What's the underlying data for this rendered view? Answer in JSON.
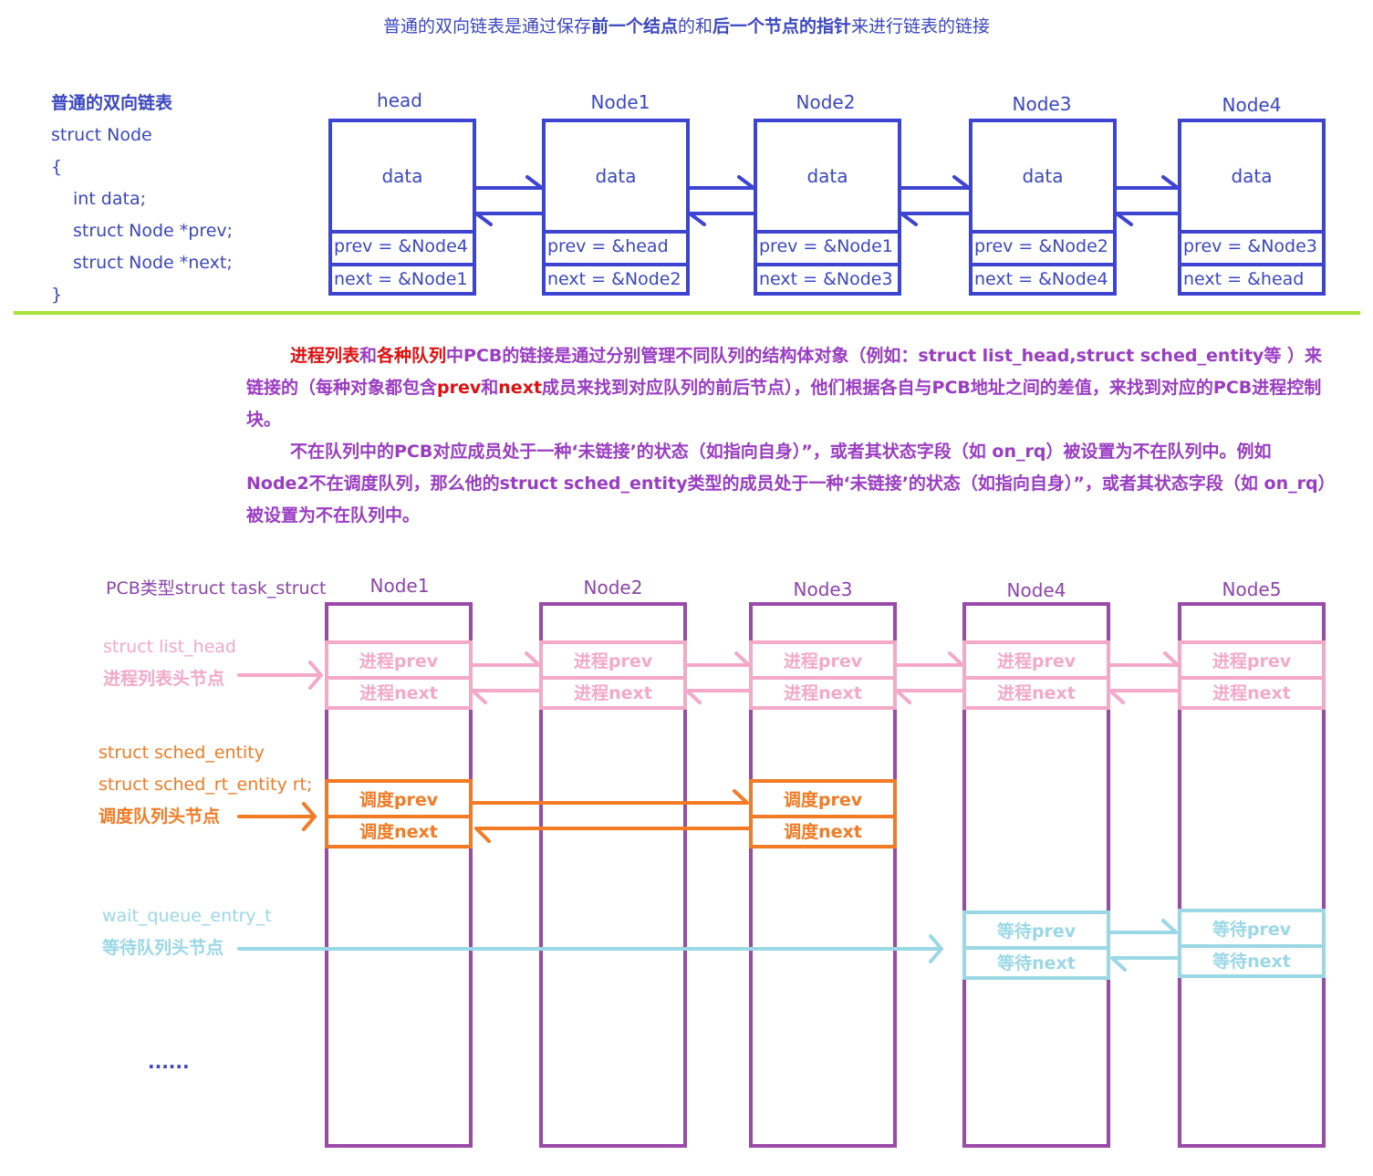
{
  "title": {
    "p1": "普通的双向链表是通过保存",
    "b1": "前一个结点",
    "p2": "的和",
    "b2": "后一个节点的指针",
    "p3": "来进行链表的链接"
  },
  "code": {
    "heading": "普通的双向链表",
    "lines": [
      "struct Node",
      "{",
      "int data;",
      "struct Node *prev;",
      "struct Node *next;",
      "}"
    ]
  },
  "list_nodes": [
    {
      "label": "head",
      "data": "data",
      "prev": "prev = &Node4",
      "next": "next = &Node1"
    },
    {
      "label": "Node1",
      "data": "data",
      "prev": "prev = &head",
      "next": "next = &Node2"
    },
    {
      "label": "Node2",
      "data": "data",
      "prev": "prev = &Node1",
      "next": "next = &Node3"
    },
    {
      "label": "Node3",
      "data": "data",
      "prev": "prev = &Node2",
      "next": "next = &Node4"
    },
    {
      "label": "Node4",
      "data": "data",
      "prev": "prev = &Node3",
      "next": "next = &head"
    }
  ],
  "paragraph": {
    "l1a": "进程列表",
    "l1b": "和",
    "l1c": "各种队列",
    "l1d": "中PCB的链接是通过分别管理不同队列的结构体对象（例如：struct list_head,struct sched_entity等 ）来链接的（每种对象都包含",
    "l1e": "prev",
    "l1f": "和",
    "l1g": "next",
    "l1h": "成员来找到对应队列的前后节点），他们根据各自与PCB地址之间的差值，来找到对应的PCB进程控制块。",
    "l2": "不在队列中的PCB对应成员处于一种‘未链接’的状态（如指向自身）”，或者其状态字段（如 on_rq）被设置为不在队列中。例如Node2不在调度队列，那么他的struct sched_entity类型的成员处于一种‘未链接’的状态（如指向自身）”，或者其状态字段（如 on_rq）被设置为不在队列中。"
  },
  "pcb": {
    "title": "PCB类型struct task_struct",
    "nodes": [
      "Node1",
      "Node2",
      "Node3",
      "Node4",
      "Node5"
    ],
    "list_head": {
      "type": "struct list_head",
      "head": "进程列表头节点",
      "prev": "进程prev",
      "next": "进程next"
    },
    "sched": {
      "type1": "struct sched_entity",
      "type2": "struct sched_rt_entity rt;",
      "head": "调度队列头节点",
      "prev": "调度prev",
      "next": "调度next"
    },
    "wait": {
      "type": "wait_queue_entry_t",
      "head": "等待队列头节点",
      "prev": "等待prev",
      "next": "等待next"
    },
    "more": "......"
  },
  "colors": {
    "blue": "#3e44d2",
    "purple": "#9b4aab",
    "pink": "#f4a9c8",
    "orange": "#f47b25",
    "cyan": "#9ad8e6",
    "red": "#e01010",
    "green": "#a8e23b"
  }
}
